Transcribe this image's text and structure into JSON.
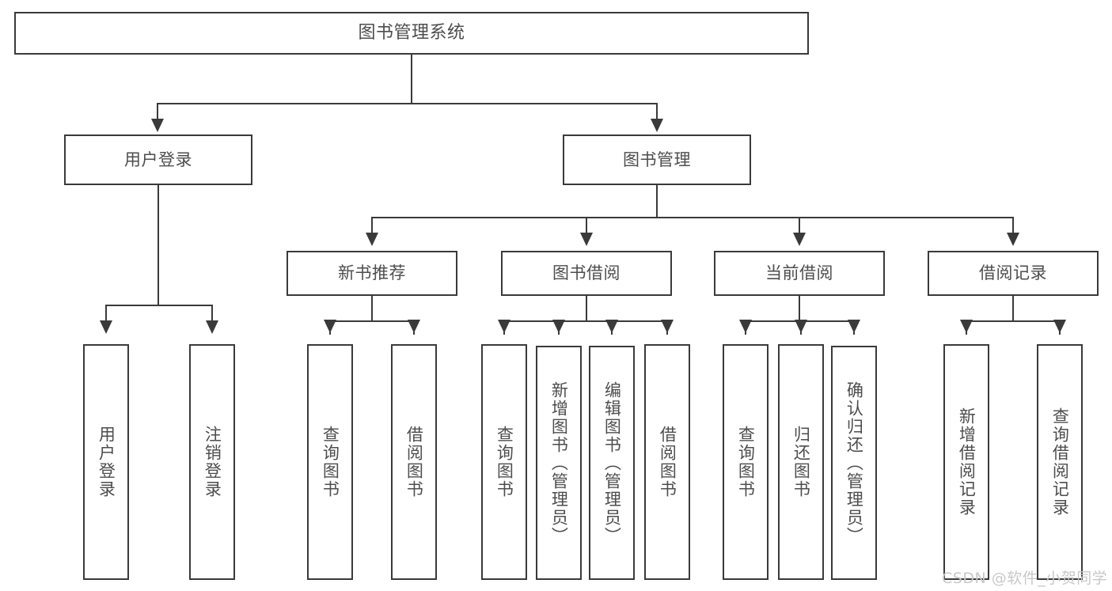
{
  "diagram": {
    "type": "tree-hierarchy",
    "title": "图书管理系统",
    "root": {
      "label": "图书管理系统"
    },
    "level2": [
      {
        "label": "用户登录"
      },
      {
        "label": "图书管理"
      }
    ],
    "level3": [
      {
        "label": "新书推荐"
      },
      {
        "label": "图书借阅"
      },
      {
        "label": "当前借阅"
      },
      {
        "label": "借阅记录"
      }
    ],
    "leaves": {
      "user_login": [
        {
          "label": "用户登录"
        },
        {
          "label": "注销登录"
        }
      ],
      "new_book_recommend": [
        {
          "label": "查询图书"
        },
        {
          "label": "借阅图书"
        }
      ],
      "book_borrow": [
        {
          "label": "查询图书"
        },
        {
          "label": "新增图书（管理员）"
        },
        {
          "label": "编辑图书（管理员）"
        },
        {
          "label": "借阅图书"
        }
      ],
      "current_borrow": [
        {
          "label": "查询图书"
        },
        {
          "label": "归还图书"
        },
        {
          "label": "确认归还（管理员）"
        }
      ],
      "borrow_record": [
        {
          "label": "新增借阅记录"
        },
        {
          "label": "查询借阅记录"
        }
      ]
    }
  },
  "watermark": {
    "text": "CSDN @软件_小贺同学"
  },
  "colors": {
    "stroke": "#3a3a3a",
    "text": "#4d4d4d",
    "background": "#ffffff",
    "watermark": "#c8c8c8"
  }
}
